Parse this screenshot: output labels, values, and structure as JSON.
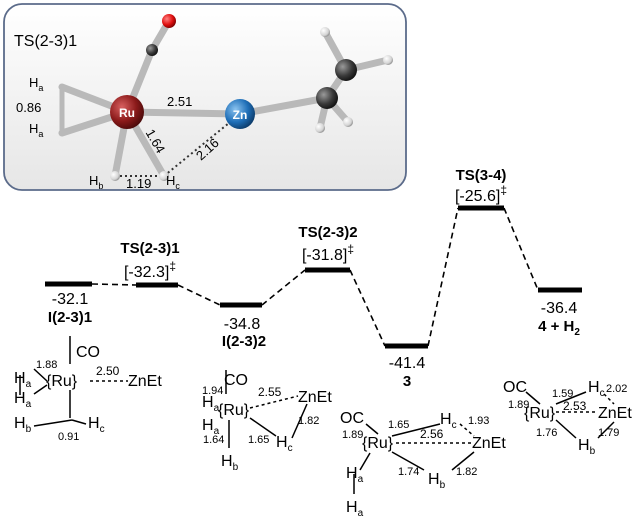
{
  "inset": {
    "title": "TS(2-3)1",
    "atoms": {
      "ru": "Ru",
      "zn": "Zn",
      "ha_top": "H",
      "ha_top_sub": "a",
      "ha_bot": "H",
      "ha_bot_sub": "a",
      "hb": "H",
      "hb_sub": "b",
      "hc": "H",
      "hc_sub": "c"
    },
    "distances": {
      "ha_ha": "0.86",
      "ru_zn": "2.51",
      "ru_hc": "1.64",
      "hc_zn": "2.16",
      "hb_hc": "1.19"
    }
  },
  "levels": {
    "i1": {
      "value": "-32.1",
      "name": "I(2-3)1"
    },
    "ts1": {
      "title": "TS(2-3)1",
      "value": "[-32.3]",
      "mark": "‡"
    },
    "i2": {
      "value": "-34.8",
      "name": "I(2-3)2"
    },
    "ts2": {
      "title": "TS(2-3)2",
      "value": "[-31.8]",
      "mark": "‡"
    },
    "s3": {
      "value": "-41.4",
      "name": "3"
    },
    "ts3": {
      "title": "TS(3-4)",
      "value": "[-25.6]",
      "mark": "‡"
    },
    "s4": {
      "value": "-36.4",
      "name": "4 + H",
      "name_sub": "2"
    }
  },
  "structures": {
    "s1": {
      "ru": "{Ru}",
      "co": "CO",
      "znet": "ZnEt",
      "ha": "H",
      "ha_sub": "a",
      "hb": "H",
      "hb_sub": "b",
      "hc": "H",
      "hc_sub": "c",
      "d_ru_co": "1.88",
      "d_ru_zn": "2.50",
      "d_hb_hc": "0.91"
    },
    "s2": {
      "ru": "{Ru}",
      "co": "CO",
      "znet": "ZnEt",
      "ha": "H",
      "ha_sub": "a",
      "hb": "H",
      "hb_sub": "b",
      "hc": "H",
      "hc_sub": "c",
      "d_ru_co": "1.94",
      "d_ru_zn": "2.55",
      "d_zn_hc": "1.82",
      "d_ru_hb": "1.64",
      "d_ru_hc": "1.65"
    },
    "s3": {
      "ru": "{Ru}",
      "oc": "OC",
      "znet": "ZnEt",
      "ha": "H",
      "ha_sub": "a",
      "hb": "H",
      "hb_sub": "b",
      "hc": "H",
      "hc_sub": "c",
      "d_ru_co": "1.89",
      "d_ru_hc": "1.65",
      "d_hc_zn": "1.93",
      "d_ru_zn": "2.56",
      "d_ru_hb": "1.74",
      "d_hb_zn": "1.82"
    },
    "s4": {
      "ru": "{Ru}",
      "oc": "OC",
      "znet": "ZnEt",
      "hb": "H",
      "hb_sub": "b",
      "hc": "H",
      "hc_sub": "c",
      "d_ru_co": "1.89",
      "d_ru_hc": "1.59",
      "d_hc_zn": "2.02",
      "d_ru_zn": "2.53",
      "d_ru_hb": "1.76",
      "d_hb_zn": "1.79"
    }
  },
  "colors": {
    "ru": "#8b1a1a",
    "zn": "#1f6fb8",
    "oxygen": "#e01010",
    "carbon": "#3a3a3a",
    "hydrogen": "#dcdcdc",
    "inset_border": "#5b6b8a"
  }
}
